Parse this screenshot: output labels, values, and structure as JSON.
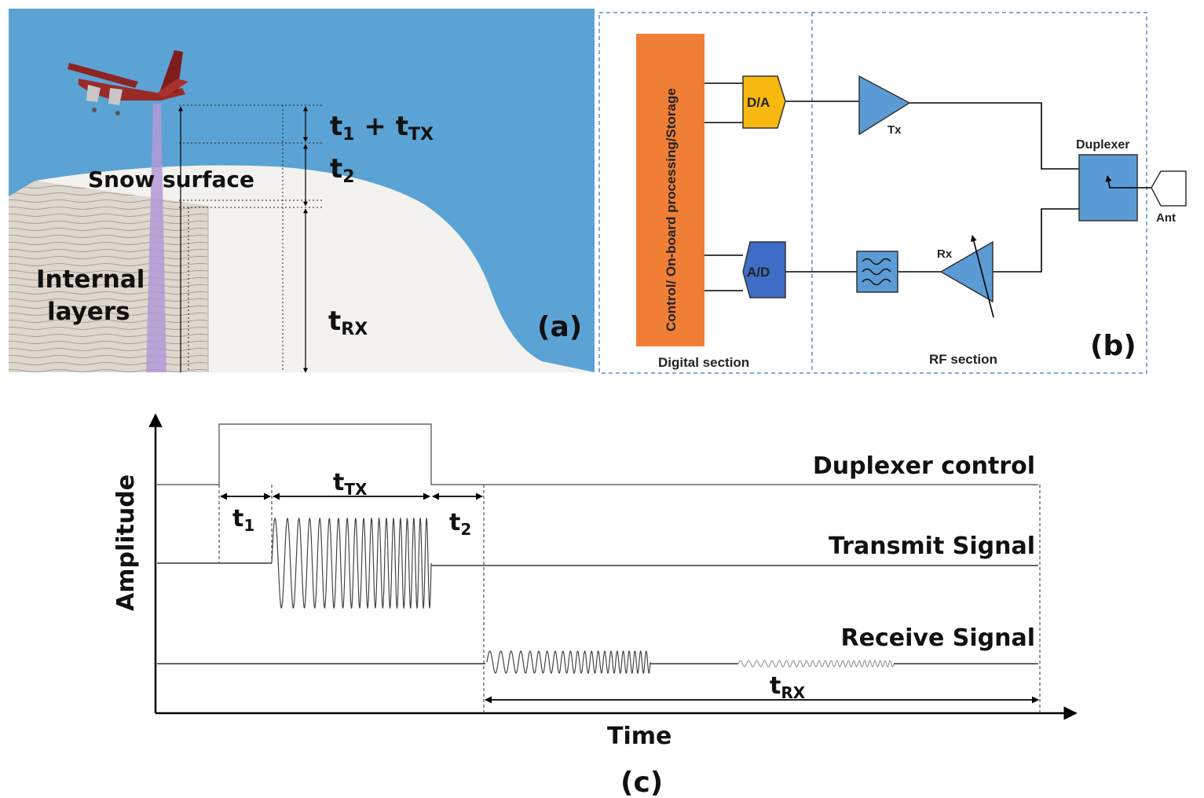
{
  "panel_a": {
    "delay_top": "t₁ + tᵀˣ",
    "t1": "t",
    "t1_sub": "1",
    "tTX": "t",
    "tTX_sub": "TX",
    "t2": "t",
    "t2_sub": "2",
    "tRX": "t",
    "tRX_sub": "RX",
    "snow_surface": "Snow surface",
    "internal_1": "Internal",
    "internal_2": "layers",
    "panel_label": "(a)",
    "colors": {
      "sky": "#5aa3d4",
      "snow": "#f4f2ef",
      "layers": "#d7d0c6",
      "beam": "#b39ad6"
    }
  },
  "panel_b": {
    "digital_block": "Control/ On-board processing/Storage",
    "da": "D/A",
    "ad": "A/D",
    "tx": "Tx",
    "rx": "Rx",
    "duplexer": "Duplexer",
    "ant": "Ant",
    "digital_section": "Digital section",
    "rf_section": "RF section",
    "panel_label": "(b)",
    "colors": {
      "digital": "#f07f35",
      "da": "#f7b90f",
      "ad": "#3f6cc6",
      "rf": "#5b9bd5",
      "border": "#5b8fc4"
    }
  },
  "panel_c": {
    "ylabel": "Amplitude",
    "xlabel": "Time",
    "duplexer_control": "Duplexer control",
    "transmit_signal": "Transmit Signal",
    "receive_signal": "Receive Signal",
    "t1": "t",
    "t1_sub": "1",
    "tTX": "t",
    "tTX_sub": "TX",
    "t2": "t",
    "t2_sub": "2",
    "tRX": "t",
    "tRX_sub": "RX",
    "panel_label": "(c)"
  }
}
